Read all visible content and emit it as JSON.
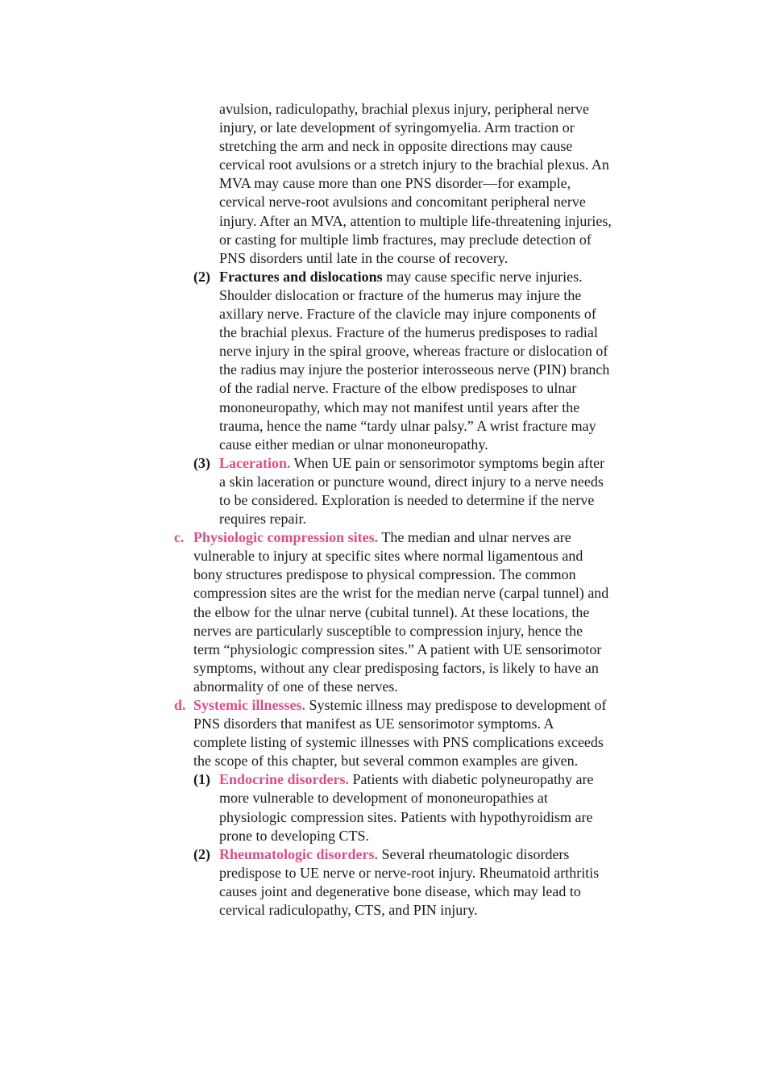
{
  "continuation": {
    "text": "avulsion, radiculopathy, brachial plexus injury, peripheral nerve injury, or late development of syringomyelia. Arm traction or stretching the arm and neck in opposite directions may cause cervical root avulsions or a stretch injury to the brachial plexus. An MVA may cause more than one PNS disorder—for example, cervical nerve-root avulsions and concomitant peripheral nerve injury. After an MVA, attention to multiple life-threatening injuries, or casting for multiple limb fractures, may preclude detection of PNS disorders until late in the course of recovery."
  },
  "item_b2": {
    "marker": "(2)",
    "heading": "Fractures and dislocations",
    "text": " may cause specific nerve injuries. Shoulder dislocation or fracture of the humerus may injure the axillary nerve. Fracture of the clavicle may injure components of the brachial plexus. Fracture of the humerus predisposes to radial nerve injury in the spiral groove, whereas fracture or dislocation of the radius may injure the posterior interosseous nerve (PIN) branch of the radial nerve. Fracture of the elbow predisposes to ulnar mononeuropathy, which may not manifest until years after the trauma, hence the name “tardy ulnar palsy.” A wrist fracture may cause either median or ulnar mononeuropathy."
  },
  "item_b3": {
    "marker": "(3)",
    "heading": "Laceration.",
    "text": " When UE pain or sensorimotor symptoms begin after a skin laceration or puncture wound, direct injury to a nerve needs to be considered. Exploration is needed to determine if the nerve requires repair."
  },
  "item_c": {
    "marker": "c.",
    "heading": "Physiologic compression sites.",
    "text": " The median and ulnar nerves are vulnerable to injury at specific sites where normal ligamentous and bony structures predispose to physical compression. The common compression sites are the wrist for the median nerve (carpal tunnel) and the elbow for the ulnar nerve (cubital tunnel). At these locations, the nerves are particularly susceptible to compression injury, hence the term “physiologic compression sites.” A patient with UE sensorimotor symptoms, without any clear predisposing factors, is likely to have an abnormality of one of these nerves."
  },
  "item_d": {
    "marker": "d.",
    "heading": "Systemic illnesses.",
    "text": " Systemic illness may predispose to development of PNS disorders that manifest as UE sensorimotor symptoms. A complete listing of systemic illnesses with PNS complications exceeds the scope of this chapter, but several common examples are given."
  },
  "item_d1": {
    "marker": "(1)",
    "heading": "Endocrine disorders.",
    "text": " Patients with diabetic polyneuropathy are more vulnerable to development of mononeuropathies at physiologic compression sites. Patients with hypothyroidism are prone to developing CTS."
  },
  "item_d2": {
    "marker": "(2)",
    "heading": "Rheumatologic disorders.",
    "text": " Several rheumatologic disorders predispose to UE nerve or nerve-root injury. Rheumatoid arthritis causes joint and degenerative bone disease, which may lead to cervical radiculopathy, CTS, and PIN injury."
  },
  "colors": {
    "heading_pink": "#d94f86",
    "body_text": "#1a1a1a"
  }
}
